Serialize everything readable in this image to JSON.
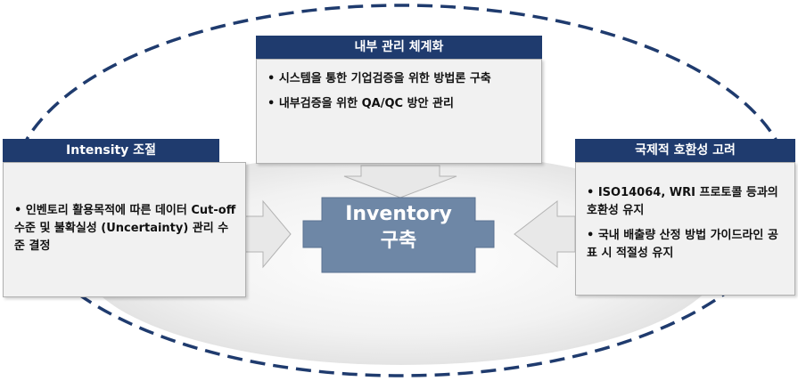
{
  "boxes": {
    "top": {
      "header": "내부 관리 체계화",
      "bullets": [
        "• 시스템을 통한 기업검증을 위한 방법론 구축",
        "• 내부검증을 위한 QA/QC 방안 관리"
      ]
    },
    "left": {
      "header": "Intensity 조절",
      "bullets": [
        "• 인벤토리 활용목적에 따른 데이터 Cut-off 수준 및 불확실성 (Uncertainty) 관리 수준 결정"
      ]
    },
    "right": {
      "header": "국제적 호환성 고려",
      "bullets": [
        "• ISO14064, WRI 프로토콜 등과의 호환성 유지",
        "• 국내 배출량 산정 방법 가이드라인 공표 시 적절성 유지"
      ]
    }
  },
  "center": {
    "line1": "Inventory",
    "line2": "구축"
  },
  "colors": {
    "header_bg": "#1f3b6e",
    "center_fill": "#6e87a6",
    "arrow_fill": "#e6e6e6",
    "dash": "#1f3b6e"
  }
}
